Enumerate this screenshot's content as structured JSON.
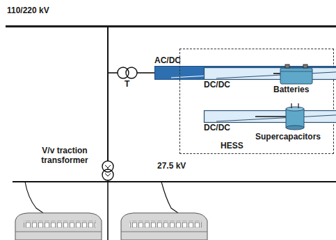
{
  "diagram": {
    "nodes": [
      {
        "text": [
          "AC/DC"
        ]
      },
      {
        "text": [
          "HESS"
        ]
      },
      {
        "text": [
          "DC/DC"
        ],
        "in": 1
      },
      {
        "text": [
          "Batteries"
        ],
        "in": 1
      },
      {
        "text": [
          "DC/DC"
        ],
        "in": 1
      },
      {
        "text": [
          "Supercapacitors"
        ],
        "in": 1
      }
    ],
    "edges": [
      {
        "from": 0,
        "to": 2,
        "arrow": "none"
      },
      {
        "from": 0,
        "to": 4,
        "arrow": "none"
      },
      {
        "from": 2,
        "to": 3,
        "arrow": "none"
      },
      {
        "from": 4,
        "to": 5,
        "arrow": "none"
      }
    ],
    "labels": [
      "110/220 kV",
      "T",
      "V/v traction transformer",
      "27.5 kV"
    ]
  }
}
